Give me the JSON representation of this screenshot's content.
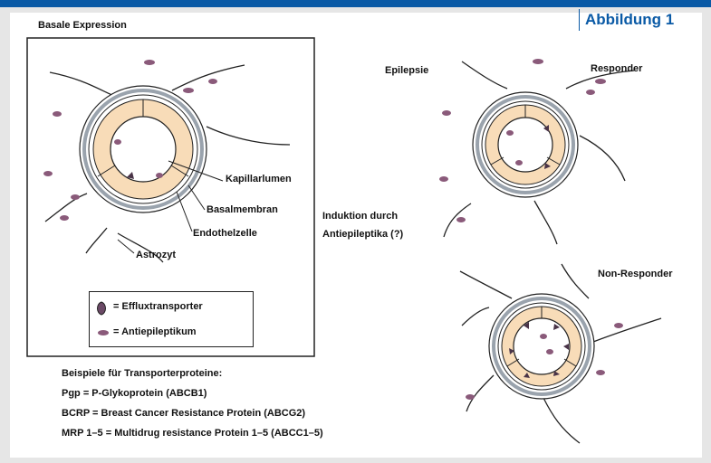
{
  "figure_label": "Abbildung 1",
  "normal": {
    "title": "Basale Expression",
    "labels": {
      "capillary_lumen": "Kapillarlumen",
      "basement_membrane": "Basalmembran",
      "endothelial_cell": "Endothelzelle",
      "astrocyte": "Astrozyt"
    }
  },
  "middle_text": [
    "Induktion durch",
    "Antiepileptika (?)"
  ],
  "responder": {
    "epileptic_label": "Epilepsie",
    "responder_label": "Responder"
  },
  "non_responder": {
    "label": "Non-Responder"
  },
  "legend": {
    "efflux_label": "= Effluxtransporter",
    "drug_label": "= Antiepileptikum"
  },
  "notes": {
    "heading": "Beispiele für Transporterproteine:",
    "lines": [
      "Pgp = P-Glykoprotein (ABCB1)",
      "BCRP = Breast Cancer Resistance Protein (ABCG2)",
      "MRP 1–5 = Multidrug resistance Protein 1–5 (ABCC1–5)"
    ]
  },
  "colors": {
    "accent": "#0a5aa6",
    "endothelium_fill": "#f8dcb8",
    "basement_ring": "#9aa3ad",
    "drug": "#8a5a7a",
    "transporter": "#4a3448"
  }
}
